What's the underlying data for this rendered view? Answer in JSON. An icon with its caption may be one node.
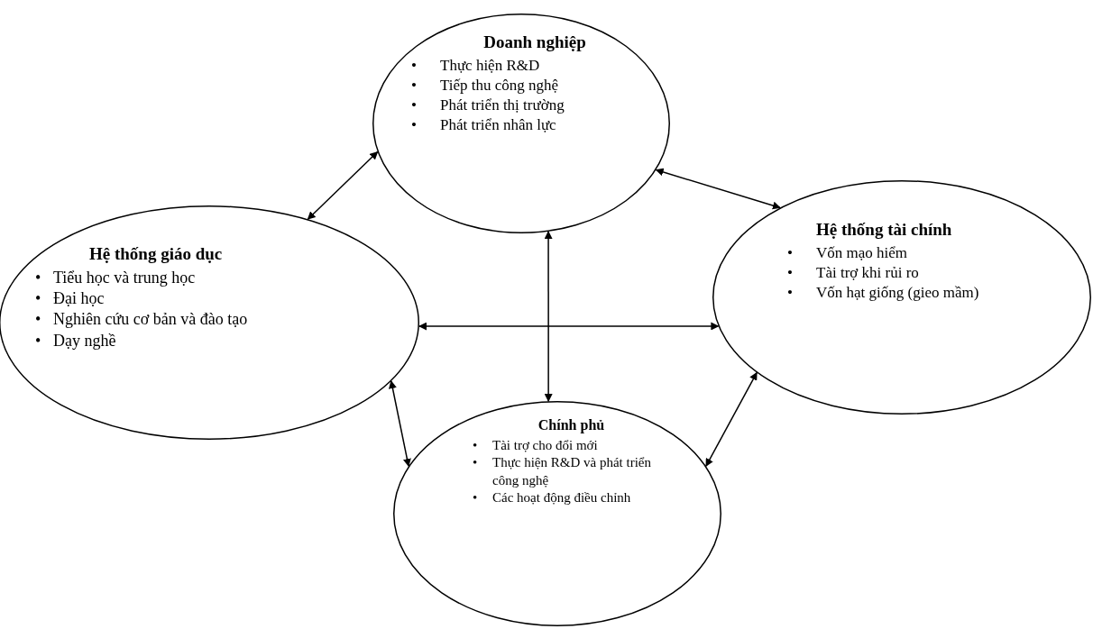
{
  "diagram": {
    "nodes": [
      {
        "text": [
          "Doanh nghiệp",
          "•\tThực hiện R&D",
          "•\tTiếp thu công nghệ",
          "•\tPhát triển thị trường",
          "•\tPhát triển nhân lực"
        ]
      },
      {
        "text": [
          "Hệ thống giáo dục",
          "•\tTiểu học và trung học",
          "•\tĐại học",
          "•\tNghiên cứu cơ bản và đào tạo",
          "•\tDạy nghề"
        ]
      },
      {
        "text": [
          "Hệ thống tài chính",
          "•\tVốn mạo hiểm",
          "•\tTài trợ khi rủi ro",
          "•\tVốn hạt giống (gieo mầm)"
        ]
      },
      {
        "text": [
          "Chính phủ",
          "•\tTài trợ cho đổi mới",
          "•\tThực hiện R&D và phát triển công nghệ",
          "•\tCác hoạt động điều chỉnh"
        ]
      }
    ],
    "edges": [
      {
        "from": 0,
        "to": 1,
        "arrow": "both"
      },
      {
        "from": 0,
        "to": 2,
        "arrow": "both"
      },
      {
        "from": 1,
        "to": 2,
        "arrow": "both"
      },
      {
        "from": 0,
        "to": 3,
        "arrow": "both"
      },
      {
        "from": 1,
        "to": 3,
        "arrow": "both"
      },
      {
        "from": 2,
        "to": 3,
        "arrow": "both"
      }
    ]
  }
}
